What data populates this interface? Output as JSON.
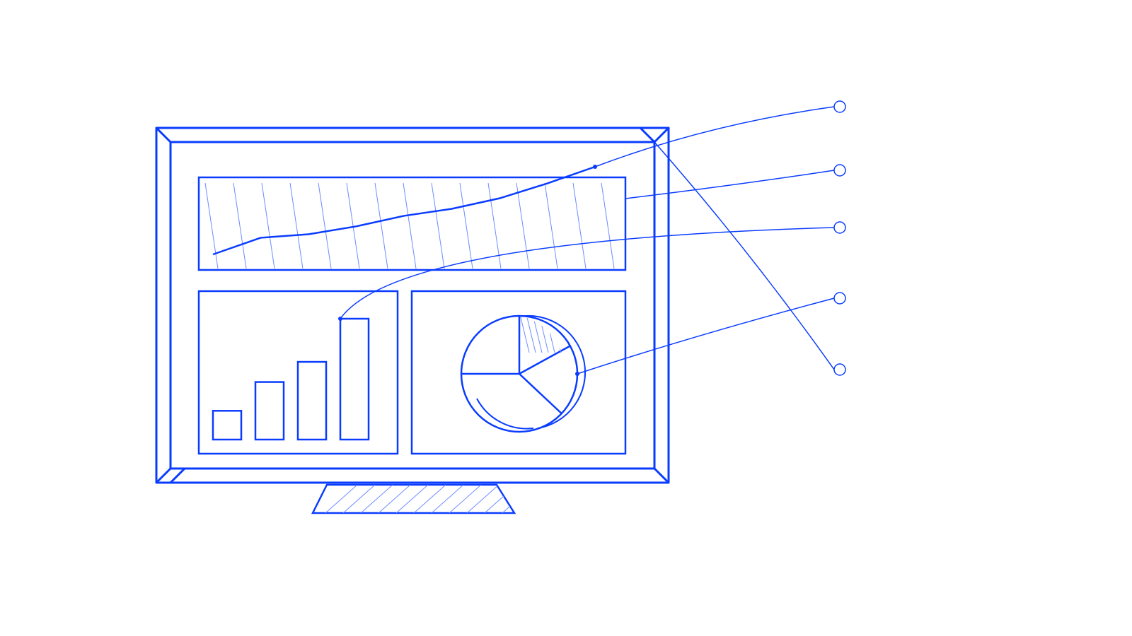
{
  "colors": {
    "stroke": "#0a3cff",
    "hatch": "#6f8cff",
    "background": "#ffffff"
  },
  "illustration": {
    "subject": "monitor-dashboard-icon",
    "panels": [
      {
        "name": "line-chart-panel",
        "icon": "line-chart-icon"
      },
      {
        "name": "bar-chart-panel",
        "icon": "bar-chart-icon"
      },
      {
        "name": "pie-chart-panel",
        "icon": "pie-chart-icon"
      }
    ],
    "line_series": [
      0.0,
      0.19,
      0.23,
      0.32,
      0.44,
      0.52,
      0.64,
      0.81,
      1.0
    ],
    "bar_values": [
      1,
      2,
      2.7,
      4.2
    ],
    "pie_fractions": [
      0.17,
      0.2,
      0.38,
      0.25
    ],
    "callout_count": 5
  }
}
